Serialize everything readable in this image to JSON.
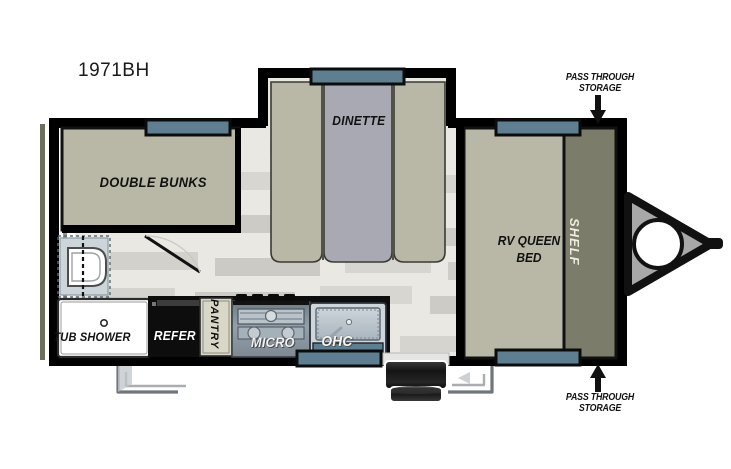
{
  "title": "1971BH",
  "callouts": {
    "top": {
      "line1": "PASS THROUGH",
      "line2": "STORAGE",
      "arrow": "down-arrow-icon"
    },
    "bottom": {
      "line1": "PASS THROUGH",
      "line2": "STORAGE",
      "arrow": "up-arrow-icon"
    }
  },
  "rooms": {
    "double_bunks": "DOUBLE BUNKS",
    "dinette": "DINETTE",
    "rv_queen_bed_line1": "RV QUEEN",
    "rv_queen_bed_line2": "BED",
    "tub_shower": "TUB SHOWER",
    "refer": "REFER",
    "pantry": "PANTRY",
    "micro": "MICRO",
    "ohc": "OHC",
    "shelf": "SHELF"
  },
  "colors": {
    "wall": "#000000",
    "furniture_tan": "#b9b8a6",
    "dinette_table": "#a9a9b4",
    "shelf_olive": "#7b7c69",
    "window_blue": "#5d7f91",
    "floor_base": "#e8e7e1",
    "floor_plank": "#c9c8c2",
    "appliance_dark": "#0d0d0d",
    "stove_gray": "#8e9aa3",
    "tire_dark": "#1c1c1c",
    "hitch_gray": "#a8a8a8"
  }
}
